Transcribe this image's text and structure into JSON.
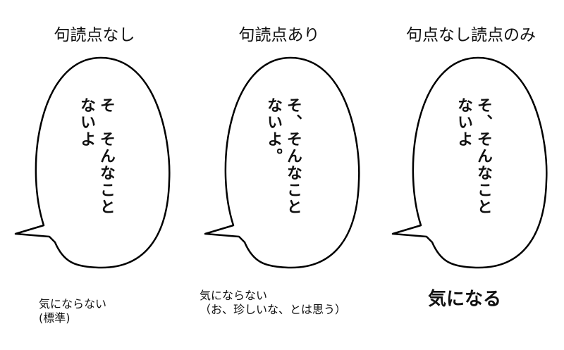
{
  "panels": [
    {
      "title": "句読点なし",
      "bubble_text": "そ　そんなこと\nないよ",
      "caption_lines": [
        "気にならない",
        "(標準)"
      ]
    },
    {
      "title": "句読点あり",
      "bubble_text": "そ、そんなこと\nないよ。",
      "caption_lines": [
        "気にならない",
        "（お、珍しいな、とは思う）"
      ]
    },
    {
      "title": "句点なし読点のみ",
      "bubble_text": "そ、そんなこと\nないよ",
      "caption_lines": [
        "気になる"
      ]
    }
  ]
}
